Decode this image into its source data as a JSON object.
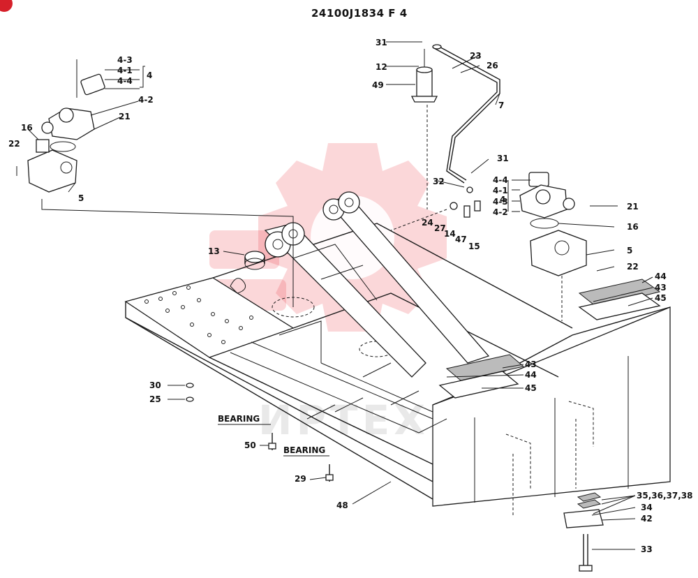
{
  "title": "24100J1834 F 4",
  "watermark": "ИРТЕХ",
  "callouts": {
    "c31a": "31",
    "c12": "12",
    "c49": "49",
    "c23": "23",
    "c26": "26",
    "c7": "7",
    "c31b": "31",
    "c32": "32",
    "c24": "24",
    "c27": "27",
    "c14": "14",
    "c47": "47",
    "c15": "15",
    "c4_3a": "4-3",
    "c4_1a": "4-1",
    "c4_4a": "4-4",
    "c4a": "4",
    "c4_2a": "4-2",
    "c16a": "16",
    "c21a": "21",
    "c22a": "22",
    "c5a": "5",
    "c4_4b": "4-4",
    "c4_1b": "4-1",
    "c4_3b": "4-3",
    "c4b": "4",
    "c4_2b": "4-2",
    "c21b": "21",
    "c16b": "16",
    "c5b": "5",
    "c22b": "22",
    "c44a": "44",
    "c43a": "43",
    "c45a": "45",
    "c43b": "43",
    "c44b": "44",
    "c45b": "45",
    "c13": "13",
    "c30": "30",
    "c25": "25",
    "bearing1": "BEARING",
    "c50": "50",
    "bearing2": "BEARING",
    "c29": "29",
    "c48": "48",
    "c35": "35,36,37,38",
    "c34": "34",
    "c42": "42",
    "c33": "33"
  },
  "colors": {
    "watermark": "#e8222a",
    "corner_badge": "#d6202a",
    "ink": "#1a1a1a"
  }
}
